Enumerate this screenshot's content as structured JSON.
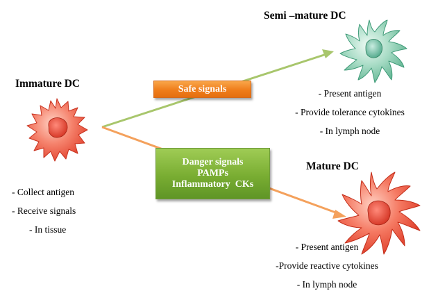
{
  "immature": {
    "title": "Immature DC",
    "items": [
      "- Collect antigen",
      "- Receive signals",
      "- In tissue"
    ],
    "color": "#f05a46"
  },
  "semi_mature": {
    "title": "Semi –mature DC",
    "items": [
      "- Present antigen",
      "- Provide tolerance cytokines",
      "- In lymph node"
    ],
    "color": "#7ec7a9"
  },
  "mature": {
    "title": "Mature DC",
    "items": [
      "- Present antigen",
      "-Provide reactive cytokines",
      "- In lymph node"
    ],
    "color": "#ef4f3a"
  },
  "signals": {
    "safe": {
      "label": "Safe signals",
      "color": "#ef7d1b"
    },
    "danger": {
      "lines": [
        "Danger signals",
        "PAMPs",
        "Inflammatory  CKs"
      ],
      "color": "#79ad32"
    }
  },
  "arrows": {
    "to_semi_color": "#a8c66c",
    "to_mature_color": "#f4a15c"
  },
  "icons": {
    "immature_cell": "immature-dendritic-cell-icon",
    "semi_cell": "semi-mature-dendritic-cell-icon",
    "mature_cell": "mature-dendritic-cell-icon"
  }
}
